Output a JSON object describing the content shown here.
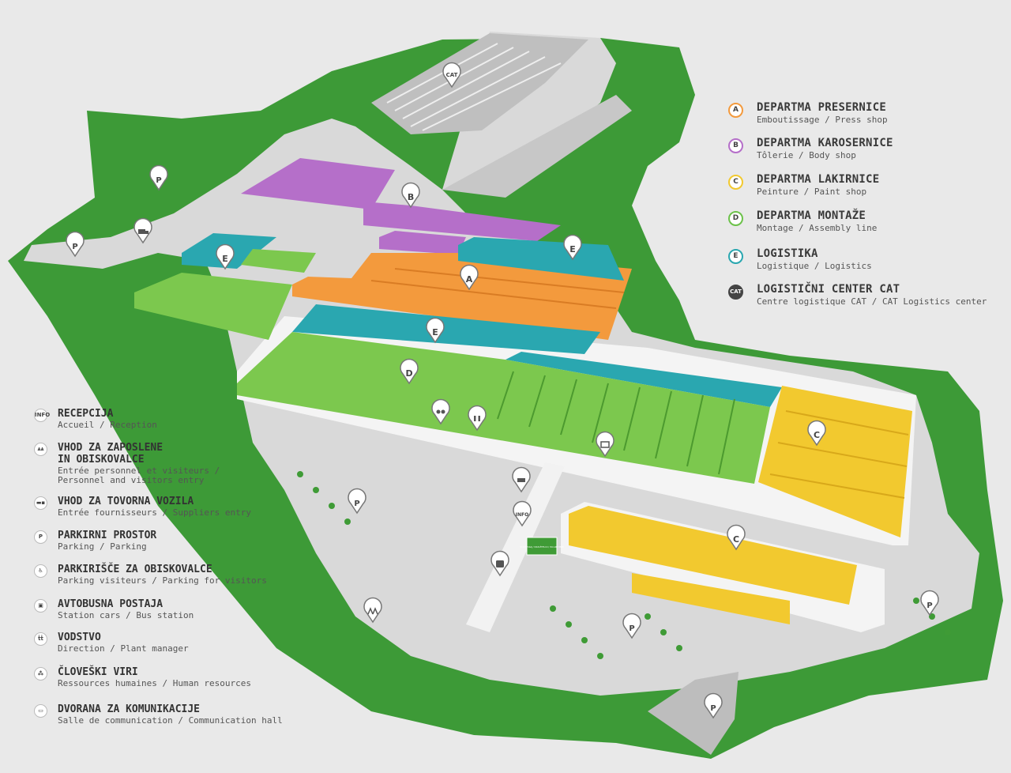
{
  "legend_right": [
    {
      "badge": "A",
      "title": "DEPARTMA PRESERNICE",
      "subtitle": "Emboutissage / Press shop",
      "color": "#f39a3d"
    },
    {
      "badge": "B",
      "title": "DEPARTMA KAROSERNICE",
      "subtitle": "Tôlerie / Body shop",
      "color": "#b56fc9"
    },
    {
      "badge": "C",
      "title": "DEPARTMA LAKIRNICE",
      "subtitle": "Peinture / Paint shop",
      "color": "#f2c92f"
    },
    {
      "badge": "D",
      "title": "DEPARTMA MONTAŽE",
      "subtitle": "Montage / Assembly line",
      "color": "#6cc24a"
    },
    {
      "badge": "E",
      "title": "LOGISTIKA",
      "subtitle": "Logistique / Logistics",
      "color": "#2aa7b0"
    },
    {
      "badge": "CAT",
      "title": "LOGISTIČNI CENTER CAT",
      "subtitle": "Centre logistique CAT / CAT Logistics center",
      "color": "#555555"
    }
  ],
  "legend_left": [
    {
      "icon": "info-icon",
      "glyph": "INFO",
      "title": "RECEPCIJA",
      "subtitle": "Accueil / Reception"
    },
    {
      "icon": "people-icon",
      "glyph": "⩓⩓",
      "title": "VHOD ZA ZAPOSLENE\nIN OBISKOVALCE",
      "subtitle": "Entrée personnel et visiteurs /\nPersonnel and visitors entry"
    },
    {
      "icon": "truck-icon",
      "glyph": "▬▪",
      "title": "VHOD ZA TOVORNA VOZILA",
      "subtitle": "Entrée fournisseurs / Suppliers entry"
    },
    {
      "icon": "parking-icon",
      "glyph": "P",
      "title": "PARKIRNI PROSTOR",
      "subtitle": "Parking / Parking"
    },
    {
      "icon": "visitor-parking-icon",
      "glyph": "♿",
      "title": "PARKIRIŠČE ZA OBISKOVALCE",
      "subtitle": "Parking visiteurs / Parking for visitors"
    },
    {
      "icon": "bus-icon",
      "glyph": "▣",
      "title": "AVTOBUSNA POSTAJA",
      "subtitle": "Station cars / Bus station"
    },
    {
      "icon": "management-icon",
      "glyph": "ṫṫ",
      "title": "VODSTVO",
      "subtitle": "Direction / Plant manager"
    },
    {
      "icon": "human-resources-icon",
      "glyph": "⁂",
      "title": "ČLOVEŠKI VIRI",
      "subtitle": "Ressources humaines / Human resources"
    },
    {
      "icon": "communication-hall-icon",
      "glyph": "▭",
      "title": "DVORANA ZA KOMUNIKACIJE",
      "subtitle": "Salle de communication / Communication hall"
    }
  ],
  "map": {
    "pins": {
      "cat": "CAT",
      "b": "B",
      "a": "A",
      "e1": "E",
      "e2": "E",
      "e3": "E",
      "d": "D",
      "c1": "C",
      "c2": "C",
      "p1": "P",
      "p2": "P",
      "p3": "P",
      "p4": "P",
      "p5": "P",
      "p6": "P",
      "info": "INFO"
    },
    "you_are_here": "VI STE TUKAJ / VOUS ÊTES ICI / YOU ARE HERE",
    "colors": {
      "green": "#3f9b36",
      "light_green": "#7fc94f",
      "road": "#d8d8d8",
      "white_block": "#f7f7f7"
    }
  }
}
